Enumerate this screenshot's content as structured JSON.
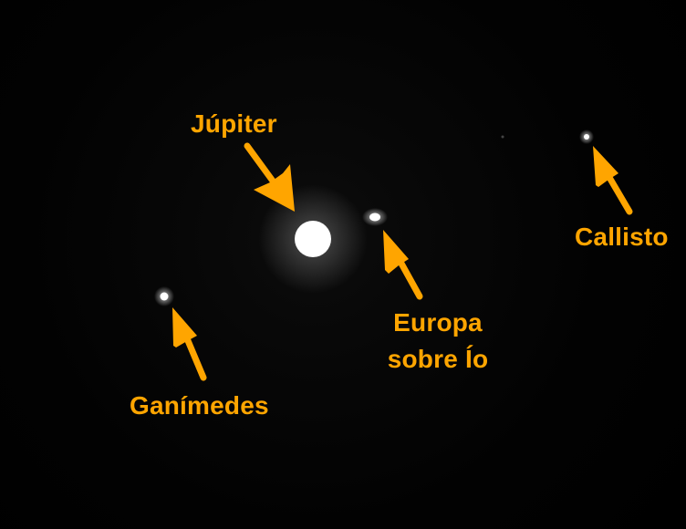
{
  "labels": {
    "jupiter": "Júpiter",
    "europa_line1": "Europa",
    "europa_line2": "sobre Ío",
    "callisto": "Callisto",
    "ganymede": "Ganímedes"
  },
  "colors": {
    "label": "#FFA500",
    "arrow": "#FFA500",
    "background": "#000000",
    "body_glow": "#FFFFFF"
  }
}
